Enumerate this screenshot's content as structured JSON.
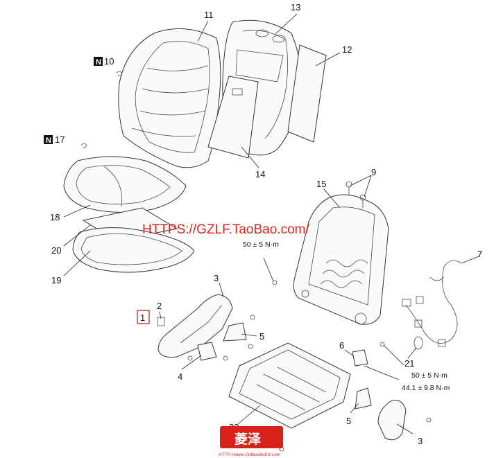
{
  "diagram": {
    "callouts": [
      {
        "id": "1",
        "label": "1"
      },
      {
        "id": "2",
        "label": "2"
      },
      {
        "id": "3a",
        "label": "3"
      },
      {
        "id": "3b",
        "label": "3"
      },
      {
        "id": "4",
        "label": "4"
      },
      {
        "id": "5a",
        "label": "5"
      },
      {
        "id": "5b",
        "label": "5"
      },
      {
        "id": "6",
        "label": "6"
      },
      {
        "id": "7",
        "label": "7"
      },
      {
        "id": "9",
        "label": "9"
      },
      {
        "id": "10",
        "label": "10"
      },
      {
        "id": "11",
        "label": "11"
      },
      {
        "id": "12",
        "label": "12"
      },
      {
        "id": "13",
        "label": "13"
      },
      {
        "id": "14",
        "label": "14"
      },
      {
        "id": "15",
        "label": "15"
      },
      {
        "id": "17",
        "label": "17"
      },
      {
        "id": "18",
        "label": "18"
      },
      {
        "id": "19",
        "label": "19"
      },
      {
        "id": "20",
        "label": "20"
      },
      {
        "id": "21",
        "label": "21"
      },
      {
        "id": "22",
        "label": "22"
      }
    ],
    "new_part_marker": "N",
    "torque": {
      "upper": "50 ± 5 N·m",
      "right_1": "50 ± 5 N·m",
      "right_2": "44.1 ± 9.8 N·m"
    },
    "watermark": "HTTPS://GZLF.TaoBao.com/",
    "logo": {
      "text": "菱泽",
      "url": "HTTP://www.OutlanderEX.com"
    }
  }
}
